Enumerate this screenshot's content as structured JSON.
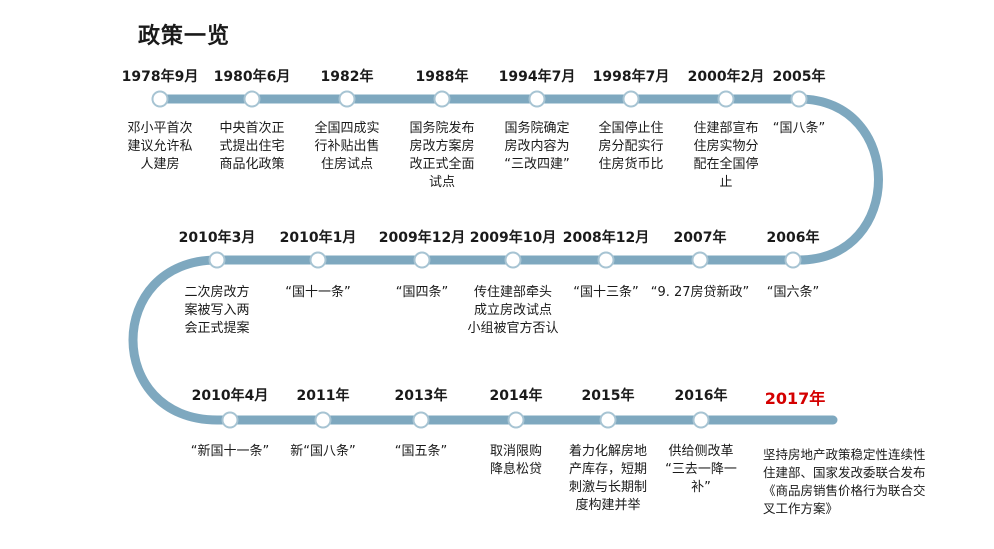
{
  "title": "政策一览",
  "colors": {
    "track": "#7ea8bf",
    "track_light": "#a7c4d3",
    "highlight": "#d40000"
  },
  "rows": [
    {
      "events": [
        {
          "date": "1978年9月",
          "text": [
            "邓小平首次",
            "建议允许私",
            "人建房"
          ]
        },
        {
          "date": "1980年6月",
          "text": [
            "中央首次正",
            "式提出住宅",
            "商品化政策"
          ]
        },
        {
          "date": "1982年",
          "text": [
            "全国四成实",
            "行补贴出售",
            "住房试点"
          ]
        },
        {
          "date": "1988年",
          "text": [
            "国务院发布",
            "房改方案房",
            "改正式全面",
            "试点"
          ]
        },
        {
          "date": "1994年7月",
          "text": [
            "国务院确定",
            "房改内容为",
            "“三改四建”"
          ]
        },
        {
          "date": "1998年7月",
          "text": [
            "全国停止住",
            "房分配实行",
            "住房货币比"
          ]
        },
        {
          "date": "2000年2月",
          "text": [
            "住建部宣布",
            "住房实物分",
            "配在全国停",
            "止"
          ]
        },
        {
          "date": "2005年",
          "text": [
            "“国八条”"
          ]
        }
      ]
    },
    {
      "events": [
        {
          "date": "2010年3月",
          "text": [
            "二次房改方",
            "案被写入两",
            "会正式提案"
          ]
        },
        {
          "date": "2010年1月",
          "text": [
            "“国十一条”"
          ]
        },
        {
          "date": "2009年12月",
          "text": [
            "“国四条”"
          ]
        },
        {
          "date": "2009年10月",
          "text": [
            "传住建部牵头",
            "成立房改试点",
            "小组被官方否认"
          ]
        },
        {
          "date": "2008年12月",
          "text": [
            "“国十三条”"
          ]
        },
        {
          "date": "2007年",
          "text": [
            "“9. 27房贷新政”"
          ]
        },
        {
          "date": "2006年",
          "text": [
            "“国六条”"
          ]
        }
      ]
    },
    {
      "events": [
        {
          "date": "2010年4月",
          "text": [
            "“新国十一条”"
          ]
        },
        {
          "date": "2011年",
          "text": [
            "新“国八条”"
          ]
        },
        {
          "date": "2013年",
          "text": [
            "“国五条”"
          ]
        },
        {
          "date": "2014年",
          "text": [
            "取消限购",
            "降息松贷"
          ]
        },
        {
          "date": "2015年",
          "text": [
            "着力化解房地",
            "产库存，短期",
            "刺激与长期制",
            "度构建并举"
          ]
        },
        {
          "date": "2016年",
          "text": [
            "供给侧改革",
            "“三去一降一",
            "补”"
          ]
        },
        {
          "date": "2017年",
          "text": [
            "坚持房地产政策稳定性连续性",
            "住建部、国家发改委联合发布",
            "《商品房销售价格行为联合交",
            "叉工作方案》"
          ],
          "highlight": true
        }
      ]
    }
  ]
}
